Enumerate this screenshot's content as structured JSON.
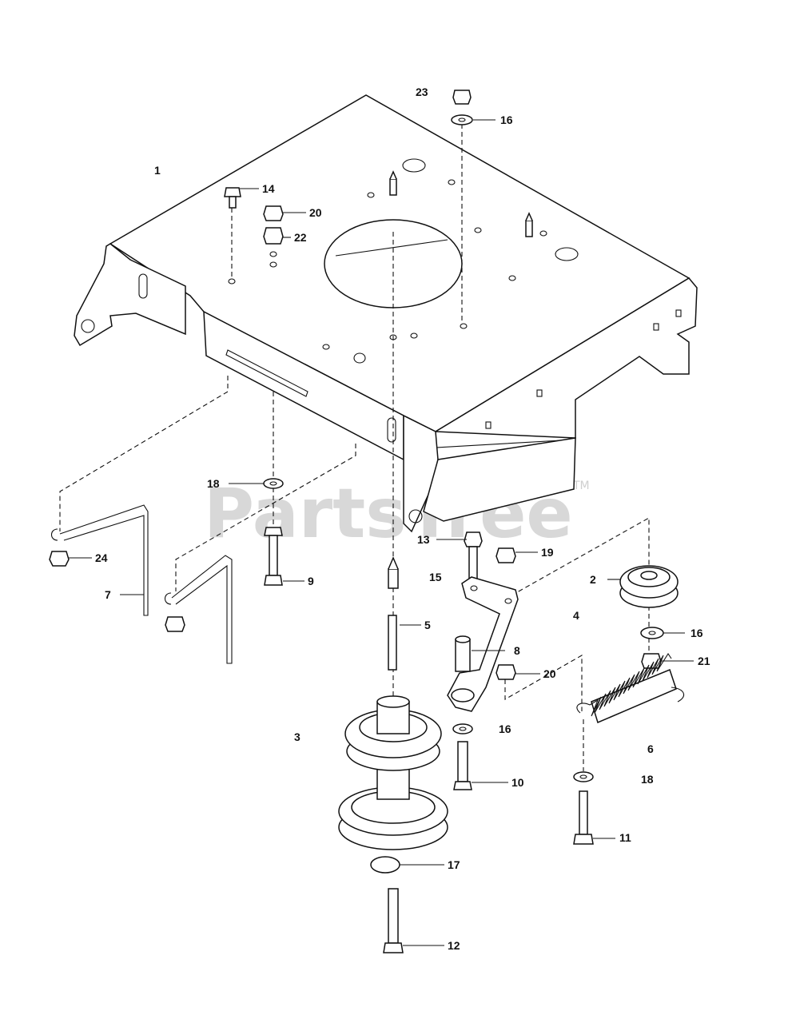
{
  "watermark": {
    "text": "PartsTree",
    "trademark": "TM"
  },
  "callouts": {
    "c1": "1",
    "c2": "2",
    "c3": "3",
    "c4": "4",
    "c5": "5",
    "c6": "6",
    "c7": "7",
    "c8": "8",
    "c9": "9",
    "c10": "10",
    "c11": "11",
    "c12": "12",
    "c13": "13",
    "c14": "14",
    "c15": "15",
    "c16a": "16",
    "c16b": "16",
    "c16c": "16",
    "c17": "17",
    "c18a": "18",
    "c18b": "18",
    "c19": "19",
    "c20a": "20",
    "c20b": "20",
    "c21": "21",
    "c22": "22",
    "c23": "23",
    "c24": "24"
  }
}
